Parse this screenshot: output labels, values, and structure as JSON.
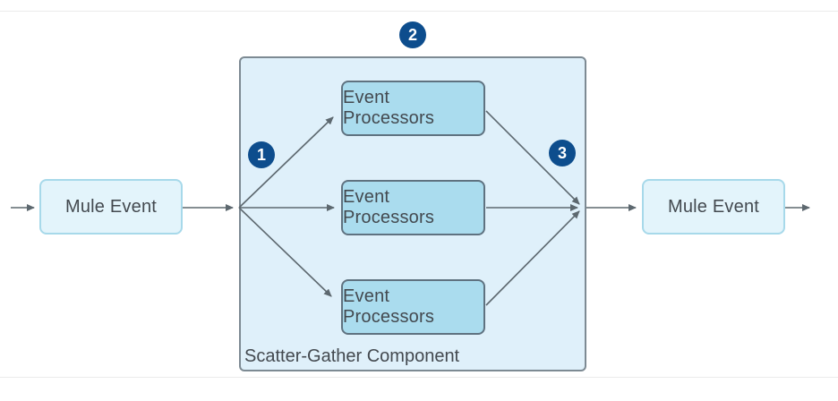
{
  "diagram": {
    "container_label": "Scatter-Gather Component",
    "badges": {
      "scatter": "1",
      "component": "2",
      "gather": "3"
    },
    "nodes": {
      "input_event": {
        "label": "Mule Event"
      },
      "output_event": {
        "label": "Mule Event"
      },
      "processors": [
        {
          "label": "Event Processors"
        },
        {
          "label": "Event Processors"
        },
        {
          "label": "Event Processors"
        }
      ]
    },
    "colors": {
      "badge_fill": "#0d4d8d",
      "badge_text": "#ffffff",
      "event_fill": "#e3f4fb",
      "event_border": "#a7d9ea",
      "processor_fill": "#aadcee",
      "processor_border": "#5f7280",
      "container_fill": "#dff0fa",
      "container_border": "#7d8a93",
      "connector": "#5d686f",
      "label_text": "#43494f",
      "rule": "#ebebeb"
    }
  }
}
